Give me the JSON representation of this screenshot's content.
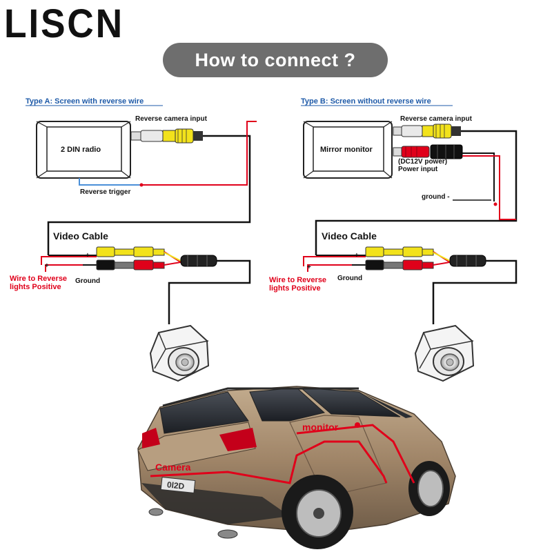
{
  "brand": "LISCN",
  "header": {
    "title": "How to connect ?"
  },
  "panel_a": {
    "type_label": "Type A: Screen with reverse wire",
    "device_label": "2 DIN radio",
    "camera_input_label": "Reverse camera input",
    "trigger_label": "Reverse trigger",
    "video_cable_label": "Video Cable",
    "reverse_wire_label_1": "Wire to Reverse",
    "reverse_wire_label_2": "lights Positive",
    "ground_label": "Ground",
    "plus": "+",
    "plus_2": "+"
  },
  "panel_b": {
    "type_label": "Type B: Screen without reverse wire",
    "device_label": "Mirror monitor",
    "camera_input_label": "Reverse camera input",
    "power_label_1": "(DC12V power)",
    "power_label_2": "Power input",
    "ground_minus_label": "ground -",
    "video_cable_label": "Video Cable",
    "reverse_wire_label_1": "Wire to Reverse",
    "reverse_wire_label_2": "lights Positive",
    "ground_label": "Ground",
    "plus": "+",
    "plus_2": "+"
  },
  "car": {
    "camera_label": "Camera",
    "monitor_label": "monitor",
    "plate": "0l2D"
  },
  "colors": {
    "wire_red": "#e0001a",
    "trigger_blue": "#4a8fd8",
    "rca_yellow": "#f2e21b",
    "rca_red": "#e0001a",
    "car_body": "#a0896e",
    "pill": "#6e6e6e"
  }
}
